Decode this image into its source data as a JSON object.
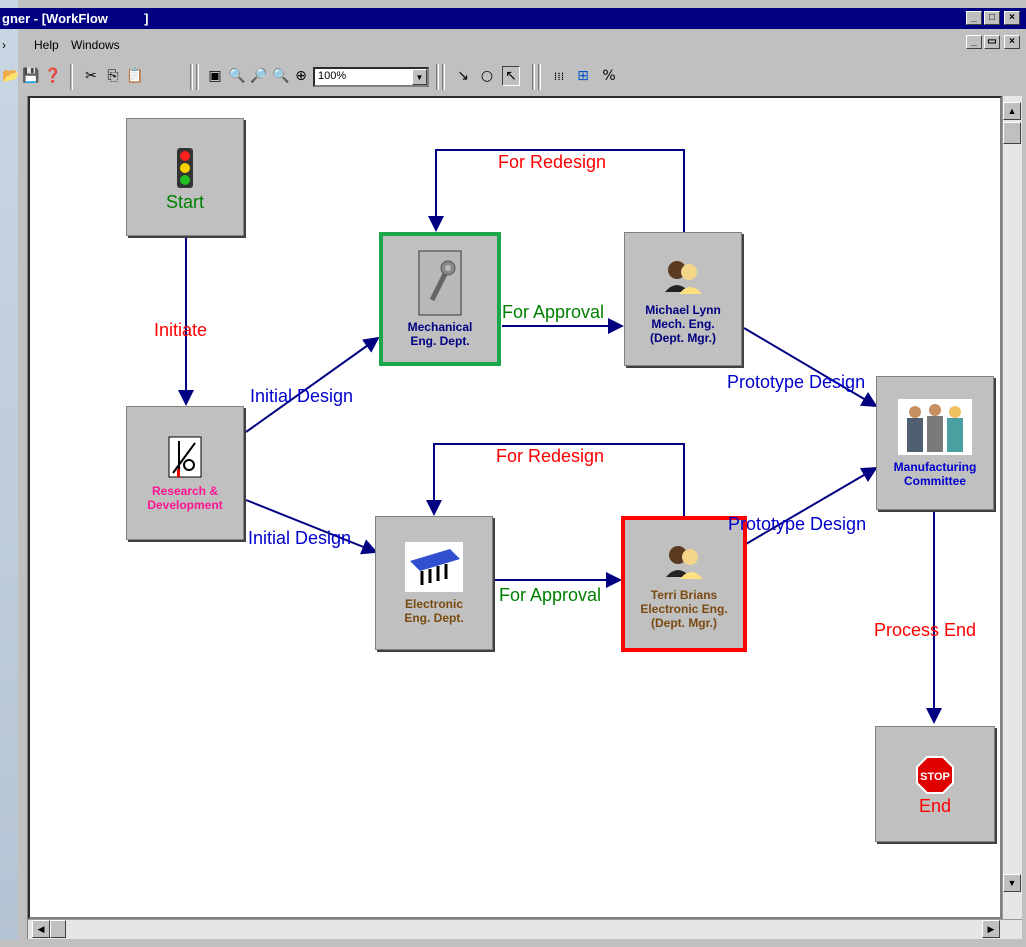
{
  "window": {
    "title": "gner - [WorkFlow",
    "title_bracket": "]",
    "controls": [
      "_",
      "□",
      "×"
    ],
    "doc_controls": [
      "_",
      "▭",
      "×"
    ]
  },
  "menu": {
    "items": [
      "Help",
      "Windows"
    ]
  },
  "toolbar": {
    "icons": [
      "open-icon",
      "save-icon",
      "help-icon",
      "cut-icon",
      "copy-icon",
      "paste-icon",
      "fit-page-icon",
      "zoom-100-icon",
      "zoom-out-icon",
      "zoom-in-icon",
      "line-tool-icon",
      "ellipse-tool-icon",
      "pointer-icon",
      "grid-icon",
      "snap-icon",
      "percent-icon"
    ],
    "zoom_value": "100%"
  },
  "nodes": {
    "start": {
      "label": "Start",
      "color": "#008000"
    },
    "rnd": {
      "label": "Research &\nDevelopment",
      "color": "#ff1493"
    },
    "mech": {
      "label": "Mechanical\nEng. Dept.",
      "color": "#000080",
      "border": "#1aa84a"
    },
    "elec": {
      "label": "Electronic\nEng. Dept.",
      "color": "#7a4a10"
    },
    "michael": {
      "label": "Michael Lynn\nMech. Eng.\n(Dept. Mgr.)",
      "color": "#000080"
    },
    "terri": {
      "label": "Terri Brians\nElectronic Eng.\n(Dept. Mgr.)",
      "color": "#7a4a10",
      "border": "#ff0000"
    },
    "mfg": {
      "label": "Manufacturing\nCommittee",
      "color": "#0000cc"
    },
    "end": {
      "label": "End",
      "color": "#ff0000",
      "stop_text": "STOP"
    }
  },
  "edges": {
    "initiate": "Initiate",
    "initial_design_1": "Initial Design",
    "initial_design_2": "Initial Design",
    "for_redesign_1": "For Redesign",
    "for_redesign_2": "For Redesign",
    "for_approval_1": "For Approval",
    "for_approval_2": "For Approval",
    "prototype_design_1": "Prototype Design",
    "prototype_design_2": "Prototype Design",
    "process_end": "Process End"
  },
  "colors": {
    "edge_line": "#000080",
    "red_label": "#ff0000",
    "blue_label": "#0000cc",
    "green_label": "#008000"
  }
}
